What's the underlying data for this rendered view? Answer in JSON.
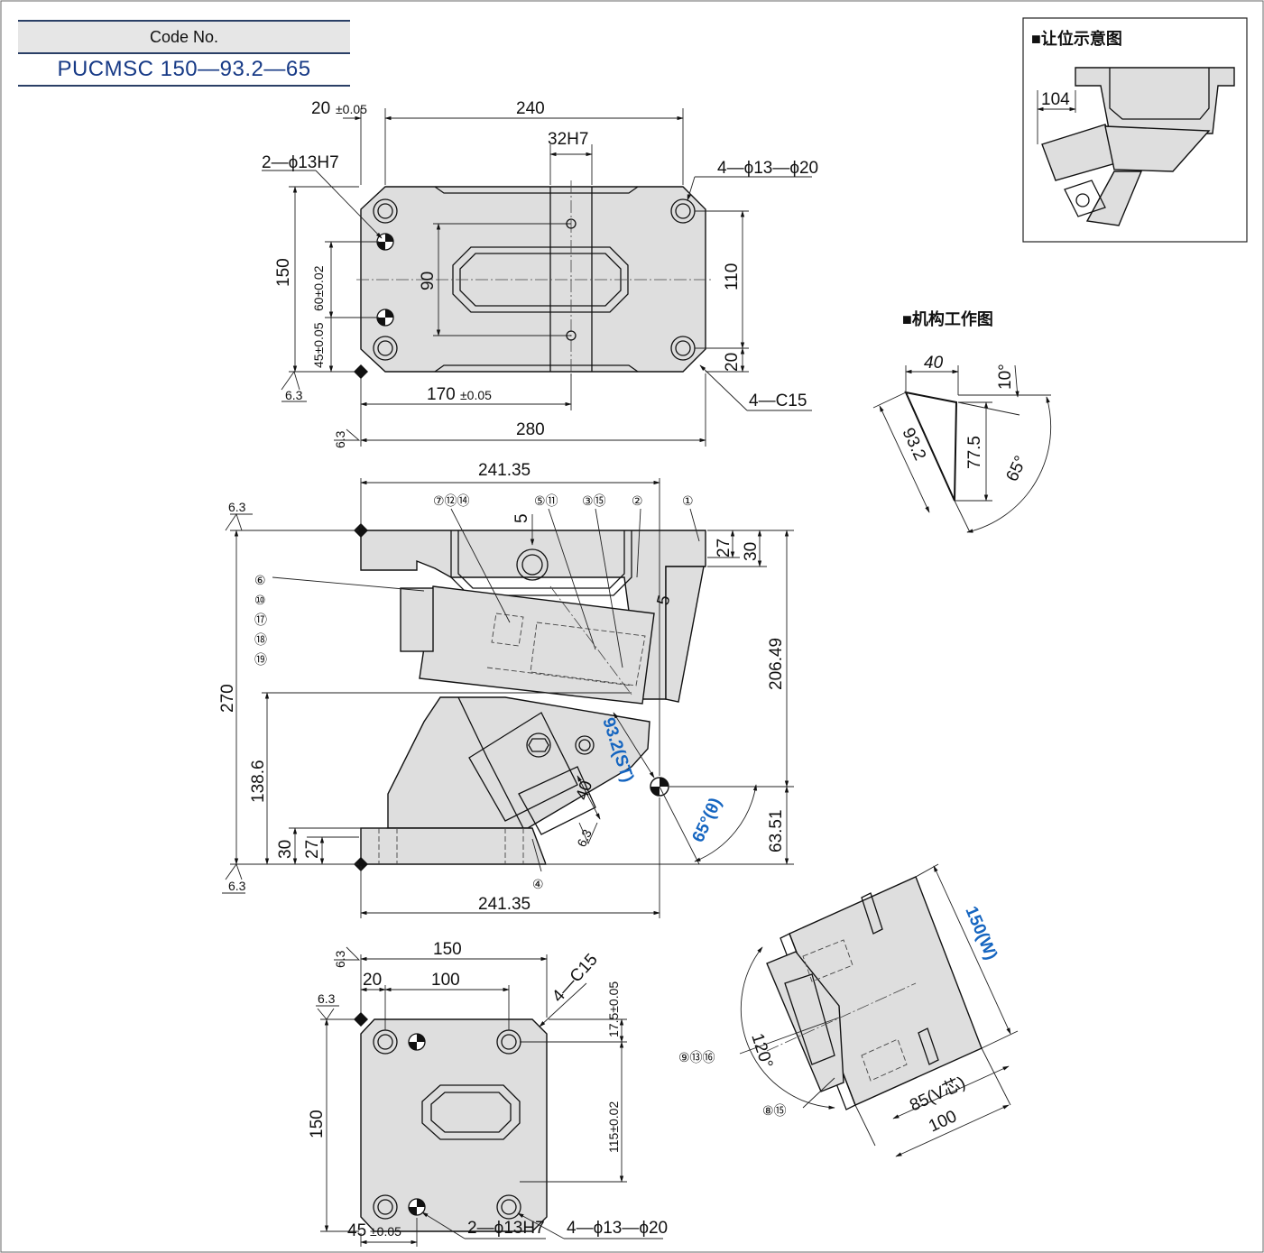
{
  "code": {
    "label": "Code No.",
    "value": "PUCMSC 150—93.2—65"
  },
  "sections": {
    "relief_title": "■让位示意图",
    "mechanism_title": "■机构工作图"
  },
  "top_view": {
    "d_20": "20",
    "tol_005": "±0.05",
    "d_240": "240",
    "d_32h7": "32H7",
    "hole_2": "2—ϕ13H7",
    "hole_4": "4—ϕ13—ϕ20",
    "d_150": "150",
    "d_60": "60±0.02",
    "d_45": "45±0.05",
    "d_90": "90",
    "d_110": "110",
    "d_20r": "20",
    "chamfer": "4—C15",
    "d_170": "170",
    "d_280": "280",
    "rough": "6.3"
  },
  "front_view": {
    "d_241_top": "241.35",
    "d_241_bot": "241.35",
    "d_5": "5",
    "d_5b": "5",
    "d_27": "27",
    "d_30": "30",
    "d_206": "206.49",
    "d_6351": "63.51",
    "d_270": "270",
    "d_138": "138.6",
    "d_30b": "30",
    "d_27b": "27",
    "d_40": "40",
    "stroke": "93.2(ST)",
    "angle": "65°(θ)",
    "rough": "6.3",
    "balloons": {
      "b1": "①",
      "b2": "②",
      "b3_15": "③⑮",
      "b5_11": "⑤⑪",
      "b7_12_14": "⑦⑫⑭",
      "b4": "④",
      "b6": "⑥",
      "b10": "⑩",
      "b17": "⑰",
      "b18": "⑱",
      "b19": "⑲",
      "b9_13_16": "⑨⑬⑯",
      "b8_15": "⑧⑮"
    }
  },
  "bottom_view": {
    "d_150": "150",
    "d_20": "20",
    "d_100": "100",
    "chamfer": "4—C15",
    "d_175": "17.5±0.05",
    "d_115": "115±0.02",
    "d_150v": "150",
    "d_45": "45",
    "tol": "±0.05",
    "hole_2": "2—ϕ13H7",
    "hole_4": "4—ϕ13—ϕ20",
    "rough": "6.3"
  },
  "relief_view": {
    "d_104": "104"
  },
  "mechanism": {
    "d_40": "40",
    "a_10": "10°",
    "d_932": "93.2",
    "d_775": "77.5",
    "a_65": "65°"
  },
  "iso_view": {
    "d_150w": "150(W)",
    "d_85v": "85(V芯)",
    "d_100": "100",
    "a_120": "120°"
  }
}
